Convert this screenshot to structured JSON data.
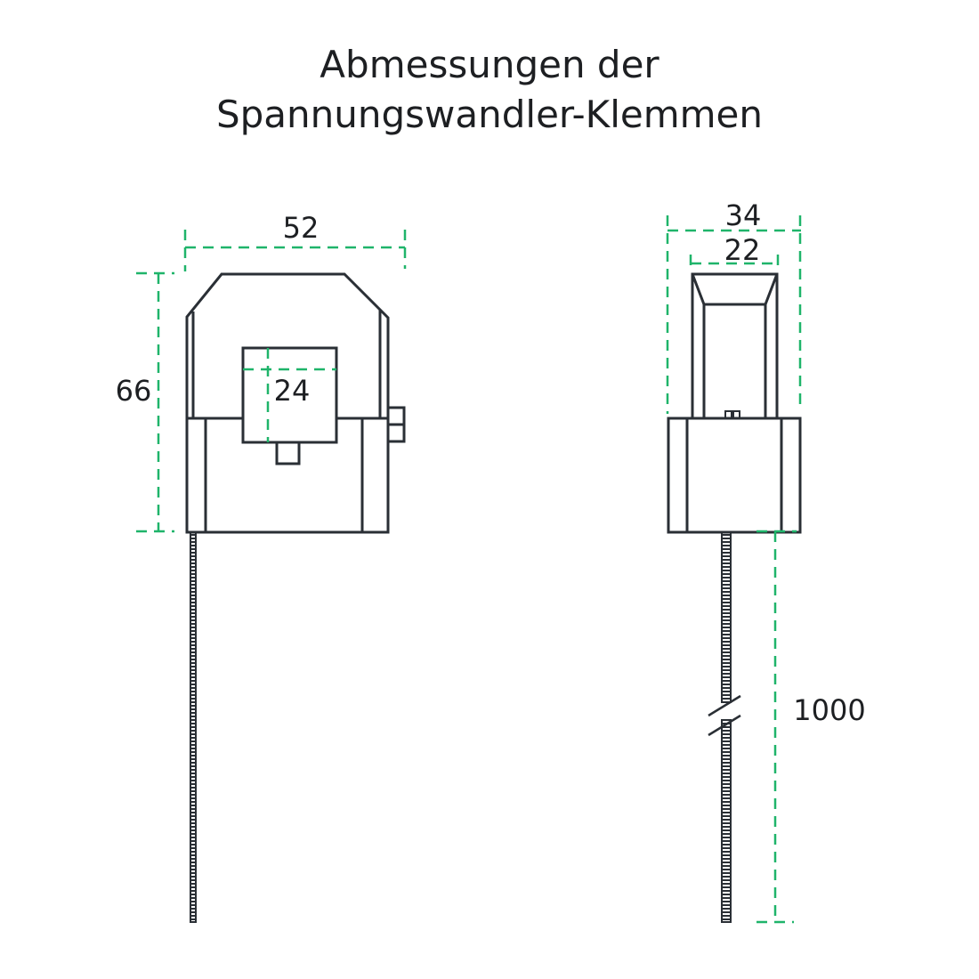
{
  "title": {
    "line1": "Abmessungen der",
    "line2": "Spannungswandler-Klemmen"
  },
  "front_view": {
    "width_label": "52",
    "height_label": "66",
    "opening_label": "24"
  },
  "side_view": {
    "depth_label": "34",
    "inner_depth_label": "22",
    "cable_length_label": "1000"
  },
  "colors": {
    "outline": "#2a2f35",
    "dimension": "#1fb46a"
  }
}
